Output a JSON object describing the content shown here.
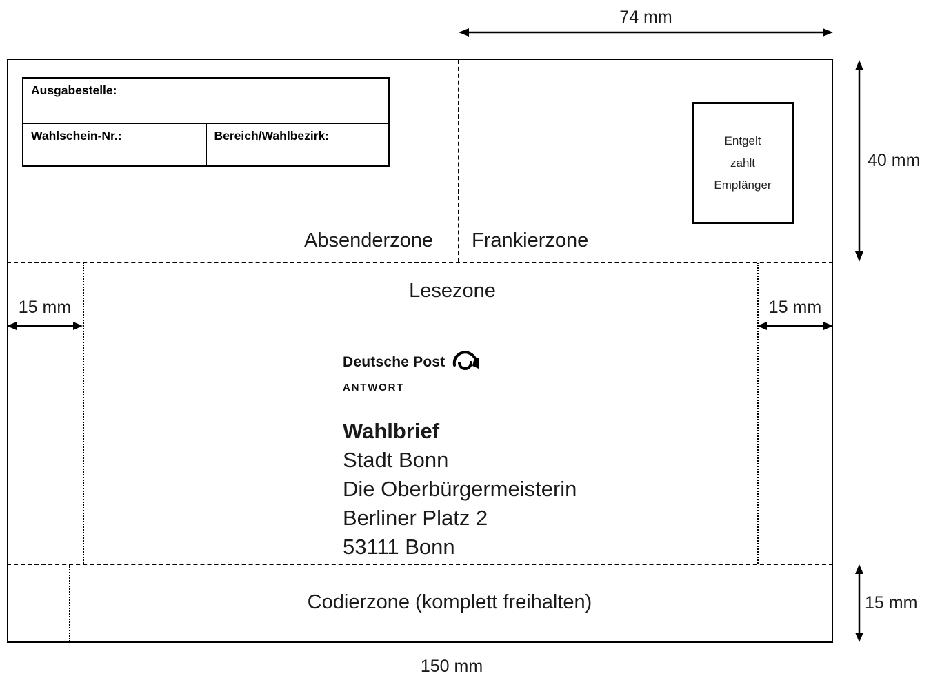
{
  "dimensions": {
    "top_width": "74 mm",
    "sender_zone_height": "40 mm",
    "left_margin": "15 mm",
    "right_margin": "15 mm",
    "codier_zone_height": "15 mm",
    "envelope_width": "150 mm"
  },
  "sender_box": {
    "ausgabestelle": "Ausgabestelle:",
    "wahlschein_nr": "Wahlschein-Nr.:",
    "bereich_wahlbezirk": "Bereich/Wahlbezirk:"
  },
  "franking_box": {
    "lines": [
      "Entgelt",
      "zahlt",
      "Empfänger"
    ]
  },
  "zones": {
    "absenderzone": "Absenderzone",
    "frankierzone": "Frankierzone",
    "lesezone": "Lesezone",
    "codierzone": "Codierzone (komplett freihalten)"
  },
  "logo": {
    "brand": "Deutsche Post",
    "reply_label": "ANTWORT"
  },
  "address": {
    "title": "Wahlbrief",
    "lines": [
      "Stadt Bonn",
      "Die Oberbürgermeisterin",
      "Berliner Platz 2",
      "53111 Bonn"
    ]
  },
  "colors": {
    "line": "#000000",
    "text": "#1a1a1a",
    "background": "#ffffff"
  }
}
